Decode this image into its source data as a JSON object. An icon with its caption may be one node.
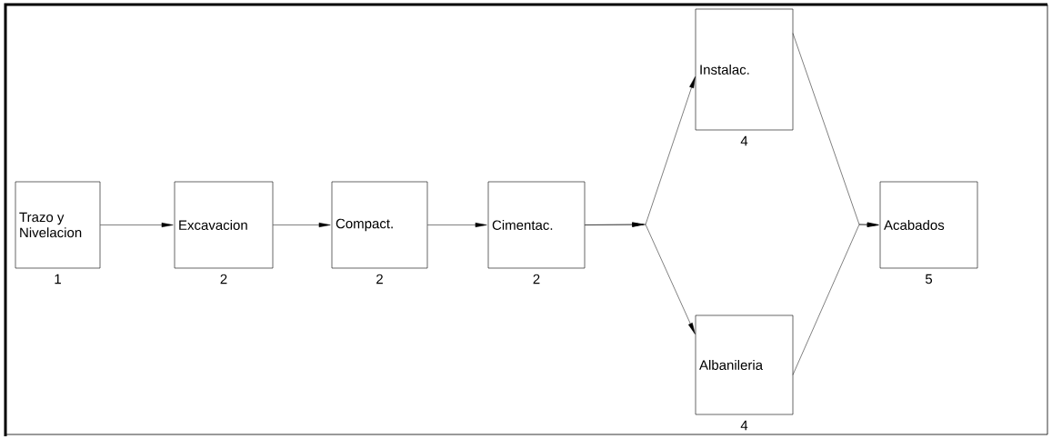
{
  "diagram": {
    "nodes": [
      {
        "text": [
          "Trazo y Nivelacion"
        ],
        "beside": [
          "1"
        ]
      },
      {
        "text": [
          "Excavacion"
        ],
        "beside": [
          "2"
        ]
      },
      {
        "text": [
          "Compact."
        ],
        "beside": [
          "2"
        ]
      },
      {
        "text": [
          "Cimentac."
        ],
        "beside": [
          "2"
        ]
      },
      {
        "text": [
          "Instalac."
        ],
        "beside": [
          "4"
        ]
      },
      {
        "text": [
          "Albanileria"
        ],
        "beside": [
          "4"
        ]
      },
      {
        "text": [
          "Acabados"
        ],
        "beside": [
          "5"
        ]
      }
    ],
    "edges": [
      {
        "from": 0,
        "to": 1,
        "arrow": "to"
      },
      {
        "from": 1,
        "to": 2,
        "arrow": "to"
      },
      {
        "from": 2,
        "to": 3,
        "arrow": "to"
      },
      {
        "from": 3,
        "to": 4,
        "arrow": "to"
      },
      {
        "from": 3,
        "to": 5,
        "arrow": "to"
      },
      {
        "from": 4,
        "to": 6,
        "arrow": "to"
      },
      {
        "from": 5,
        "to": 6,
        "arrow": "to"
      }
    ]
  }
}
